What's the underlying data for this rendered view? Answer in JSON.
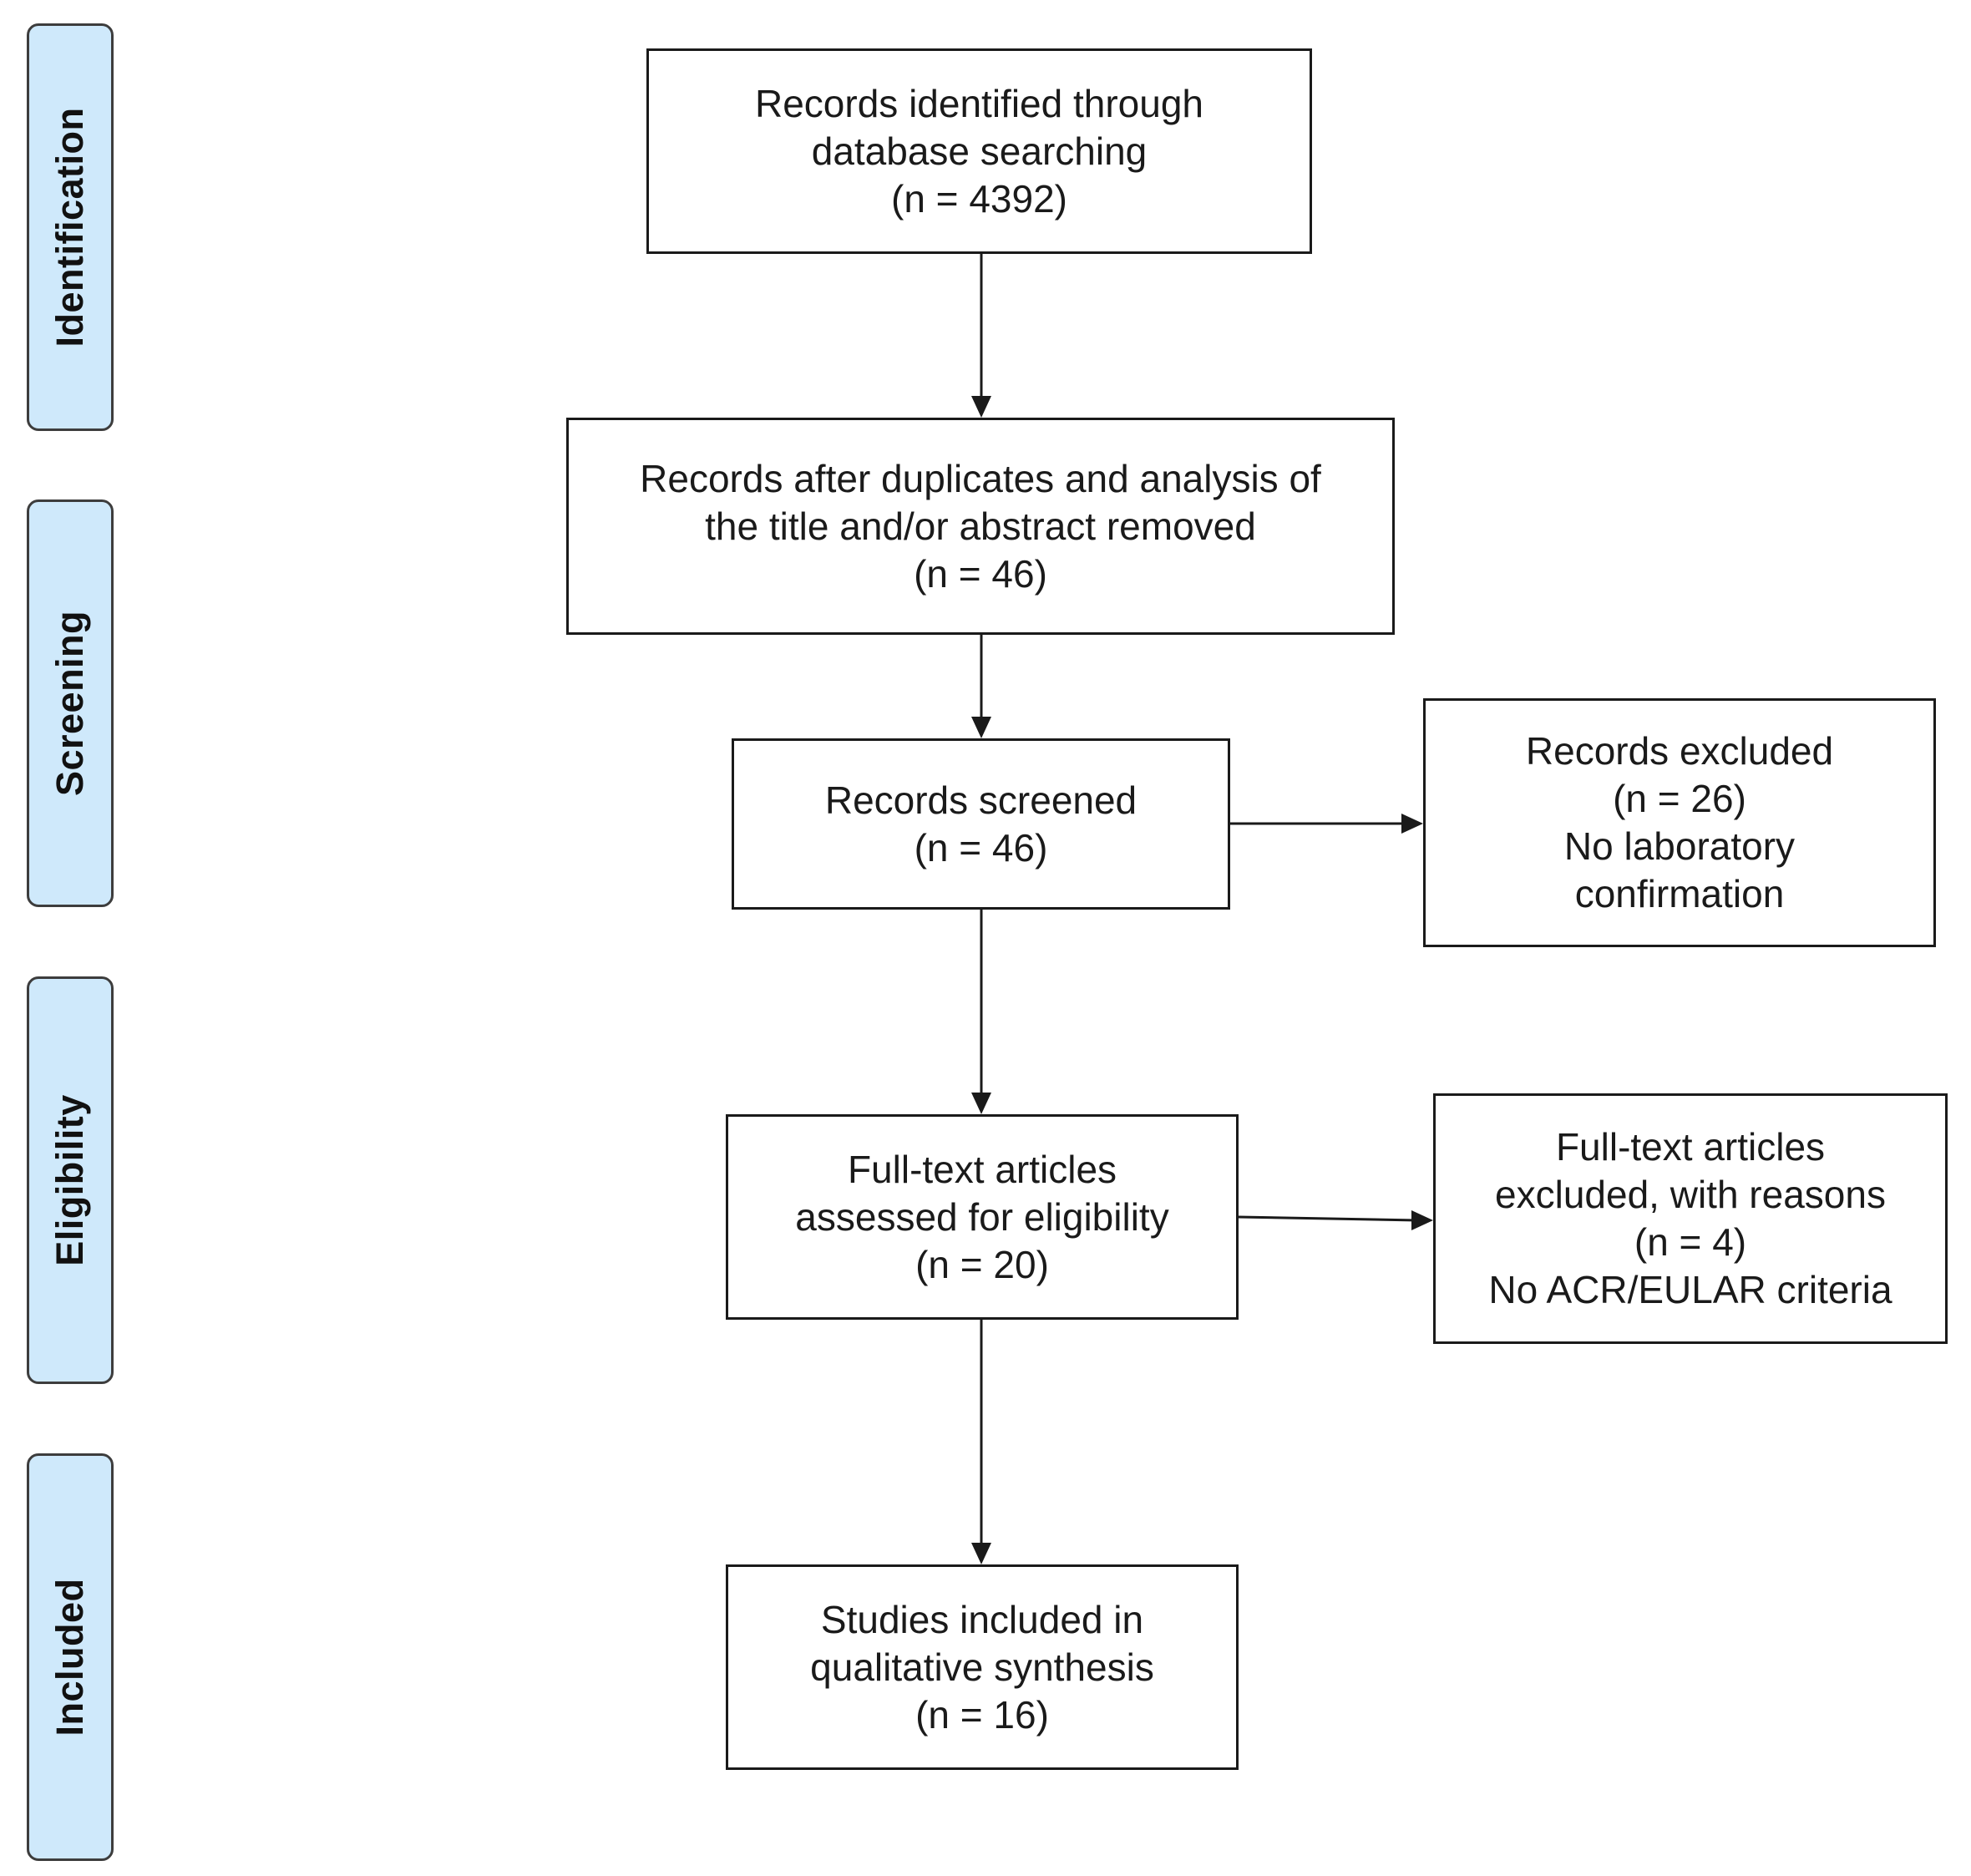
{
  "phases": {
    "identification": "Identification",
    "screening": "Screening",
    "eligibility": "Eligibility",
    "included": "Included"
  },
  "boxes": {
    "identified": {
      "line1": "Records identified through",
      "line2": "database searching",
      "count": "(n = 4392)"
    },
    "after_duplicates": {
      "line1": "Records after duplicates and analysis of",
      "line2": "the title and/or abstract removed",
      "count": "(n = 46)"
    },
    "screened": {
      "line1": "Records screened",
      "count": "(n = 46)"
    },
    "excluded": {
      "line1": "Records excluded",
      "count": "(n = 26)",
      "reason1": "No laboratory",
      "reason2": "confirmation"
    },
    "fulltext_assessed": {
      "line1": "Full-text articles",
      "line2": "assessed for eligibility",
      "count": "(n = 20)"
    },
    "fulltext_excluded": {
      "line1": "Full-text articles",
      "line2": "excluded, with reasons",
      "count": "(n = 4)",
      "reason1": "No ACR/EULAR criteria"
    },
    "included": {
      "line1": "Studies included in",
      "line2": "qualitative synthesis",
      "count": "(n = 16)"
    }
  },
  "colors": {
    "phase_fill": "#cfe9fb",
    "phase_border": "#3d3d3d",
    "box_border": "#1a1a1a",
    "arrow": "#1a1a1a"
  }
}
